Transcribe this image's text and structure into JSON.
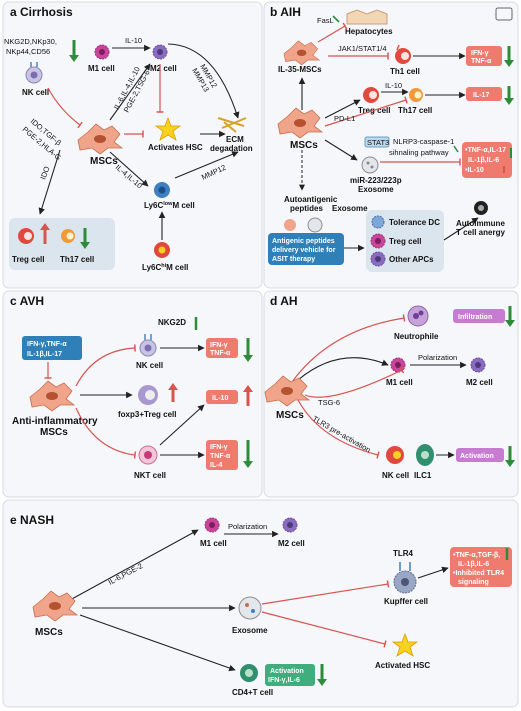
{
  "panels": {
    "a": {
      "title": "a Cirrhosis",
      "labels": {
        "nk_receptors_1": "NKG2D,NKp30,",
        "nk_receptors_2": "NKp44,CD56",
        "nk": "NK cell",
        "m1": "M1 cell",
        "m2": "M2 cell",
        "il10": "IL-10",
        "mmp_1": "MMP12",
        "mmp_2": "MMP13",
        "ido_tgf": "IDO,TGF-β",
        "pge2_hla": "PGE-2,HLA-G",
        "m2_path": "IL-6,IL-4,IL-10",
        "m2_path2": "PGE-2,TSG-6",
        "hsc": "Activates HSC",
        "ecm_1": "ECM",
        "ecm_2": "degadation",
        "mscs": "MSCs",
        "ido": "IDO",
        "il4_il10": "IL-4,IL-10",
        "mmp12_lower": "MMP12",
        "ly6c_low": "Ly6C",
        "ly6c_low_sup": "low",
        "ly6c_low_m": "M cell",
        "ly6c_hi": "Ly6C",
        "ly6c_hi_sup": "hi",
        "ly6c_hi_m": "M cell",
        "treg": "Treg cell",
        "th17": "Th17 cell"
      }
    },
    "b": {
      "title": "b AIH",
      "labels": {
        "fasl": "FasL",
        "hepatocytes": "Hepatocytes",
        "il35_mscs": "IL-35-MSCs",
        "jak": "JAK1/STAT1/4",
        "th1": "Th1 cell",
        "ifn_tnf_1": "IFN-γ",
        "ifn_tnf_2": "TNF-α",
        "treg": "Treg cell",
        "il10": "IL-10",
        "th17": "Th17 cell",
        "il17": "IL-17",
        "pdl1": "PD-L1",
        "stat3": "STAT3",
        "nlrp3_1": "NLRP3-caspase-1",
        "nlrp3_2": "sihnaling pathway",
        "mscs": "MSCs",
        "mir_1": "miR-223/223p",
        "mir_2": "Exosome",
        "cyt_1": "•TNF-α,IL-17",
        "cyt_2": "IL-1β,IL-6",
        "cyt_3": "•IL-10",
        "autoantigenic_1": "Autoantigenic",
        "autoantigenic_2": "peptides",
        "exosome": "Exosome",
        "antigenic_1": "Antigenic peptides",
        "antigenic_2": "delivery vehicle for",
        "antigenic_3": "ASIT therapy",
        "tol_dc": "Tolerance DC",
        "treg2": "Treg cell",
        "other_apc": "Other APCs",
        "anergy_1": "Autoimmune",
        "anergy_2": "T cell anergy"
      }
    },
    "c": {
      "title": "c AVH",
      "labels": {
        "ifn_box_1": "IFN-γ,TNF-α",
        "ifn_box_2": "IL-1β,IL-17",
        "nkg2d": "NKG2D",
        "nk": "NK cell",
        "ifn_tnf_1": "IFN-γ",
        "ifn_tnf_2": "TNF-α",
        "foxp3": "foxp3+Treg cell",
        "il10": "IL-10",
        "anti_1": "Anti-inflammatory",
        "anti_2": "MSCs",
        "nkt": "NKT cell",
        "nkt_cyt_1": "IFN-γ",
        "nkt_cyt_2": "TNF-α",
        "nkt_cyt_3": "IL-4"
      }
    },
    "d": {
      "title": "d AH",
      "labels": {
        "neutrophile": "Neutrophile",
        "infiltration": "Infiltration",
        "m1": "M1 cell",
        "polarization": "Polarization",
        "m2": "M2 cell",
        "tsg6": "TSG-6",
        "mscs": "MSCs",
        "tlr3": "TLR3 pre-activation",
        "nk": "NK cell",
        "ilc1": "ILC1",
        "activation": "Activation"
      }
    },
    "e": {
      "title": "e NASH",
      "labels": {
        "m1": "M1 cell",
        "polarization": "Polarization",
        "m2": "M2 cell",
        "il6_pge2": "IL-6,PGE-2",
        "tlr4": "TLR4",
        "cyt_1": "•TNF-α,TGF-β,",
        "cyt_2": "IL-1β,IL-6",
        "cyt_3": "•Inhibited TLR4",
        "cyt_4": "signaling",
        "kupffer": "Kupffer cell",
        "mscs": "MSCs",
        "exosome": "Exosome",
        "act_hsc": "Activated HSC",
        "cd4": "CD4+T cell",
        "act_1": "Activation",
        "act_2": "IFN-γ,IL-6"
      }
    }
  },
  "colors": {
    "inhibit": "#d9534f",
    "up": "#d9534f",
    "down": "#2e8b3a",
    "cytokine_box": "#ef7b6f",
    "purple_box": "#c77bd1",
    "blue_box": "#2f7fb8",
    "panel_bg": "#f6f7fa"
  }
}
